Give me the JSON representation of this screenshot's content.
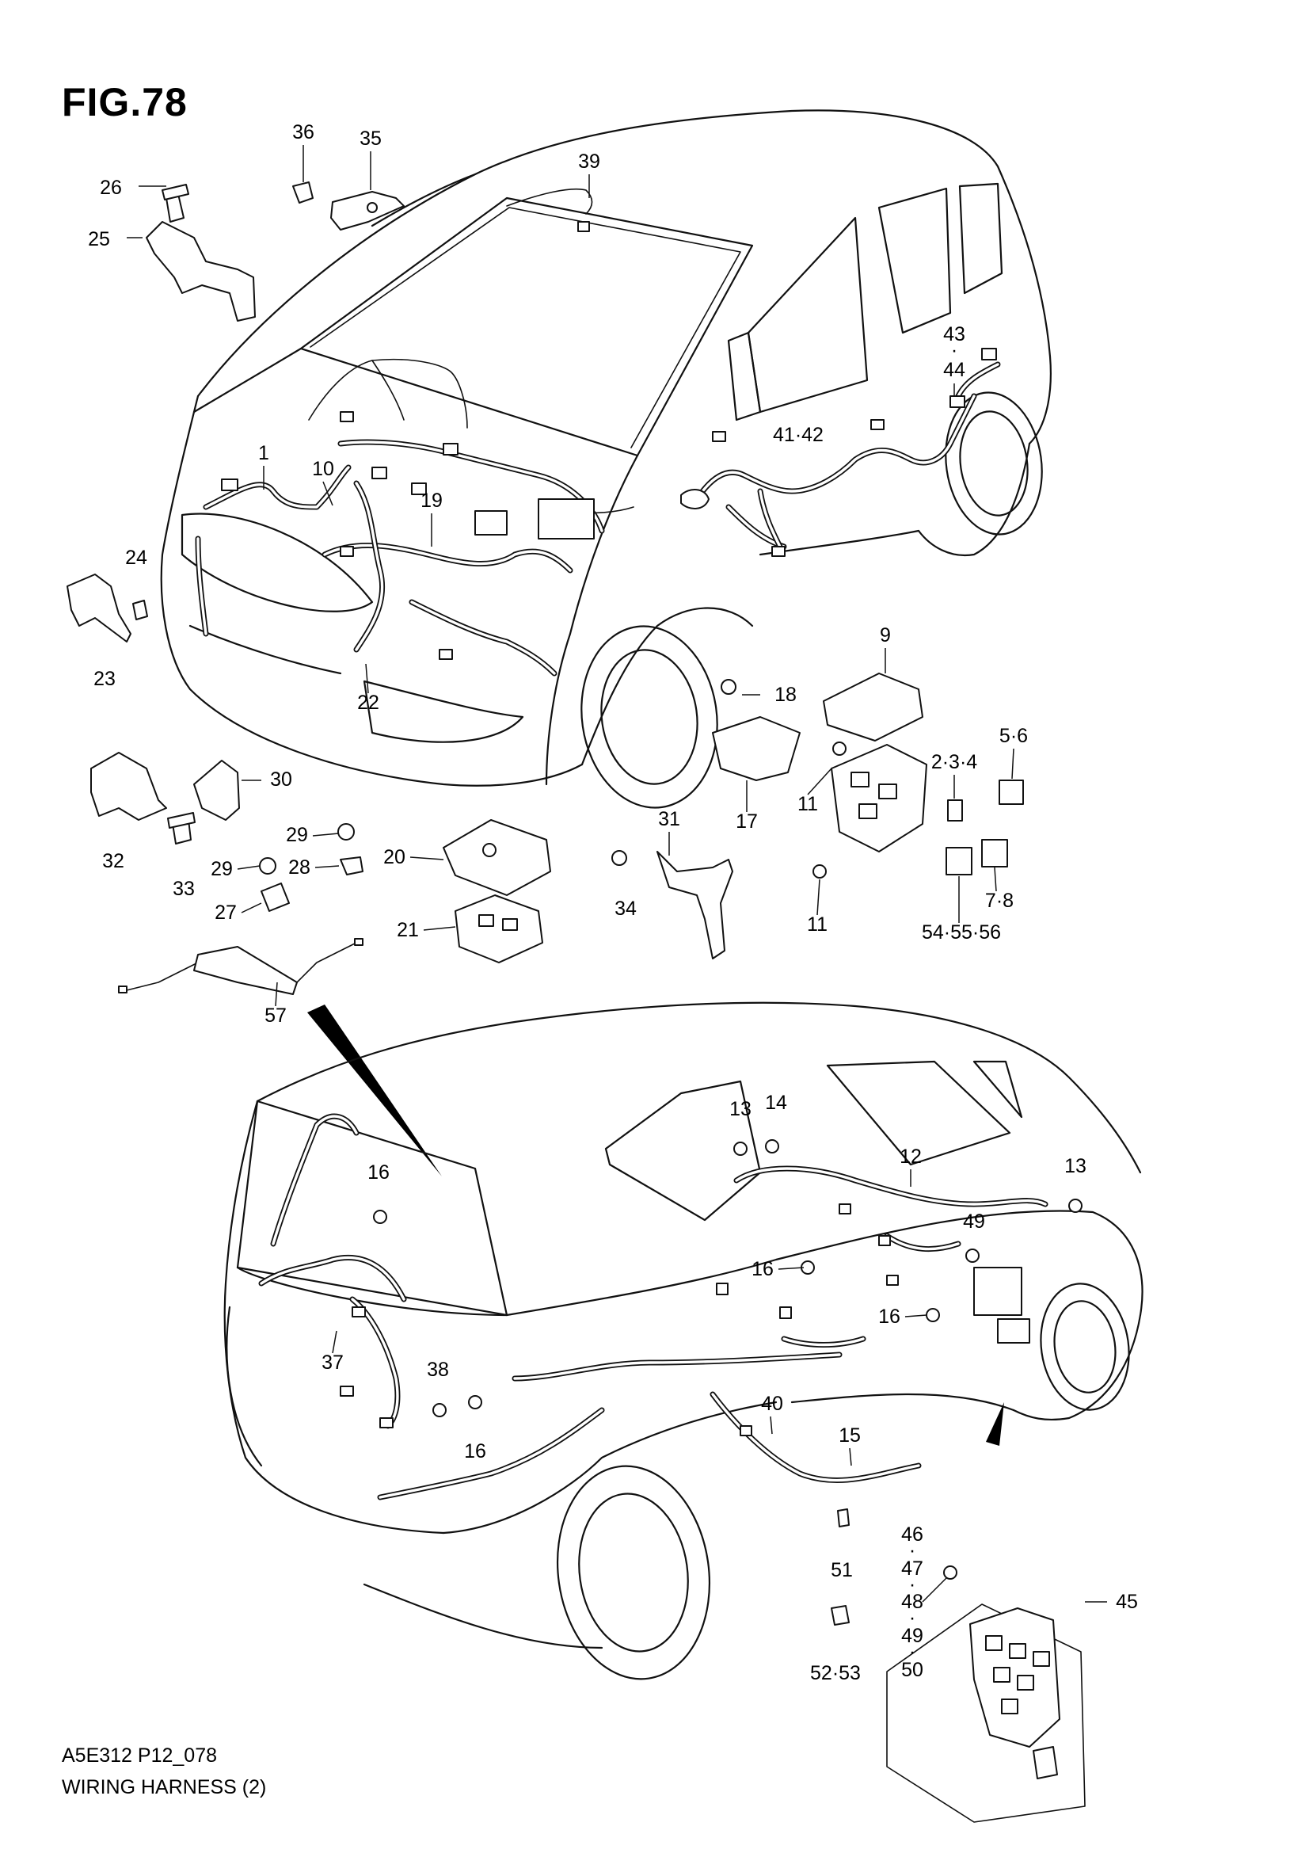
{
  "figure": {
    "title": "FIG.78",
    "code": "A5E312 P12_078",
    "caption": "WIRING HARNESS (2)"
  },
  "callouts": [
    {
      "id": "c1",
      "label": "1"
    },
    {
      "id": "c10",
      "label": "10"
    },
    {
      "id": "c19",
      "label": "19"
    },
    {
      "id": "c22",
      "label": "22"
    },
    {
      "id": "c23",
      "label": "23"
    },
    {
      "id": "c24",
      "label": "24"
    },
    {
      "id": "c25",
      "label": "25"
    },
    {
      "id": "c26",
      "label": "26"
    },
    {
      "id": "c36",
      "label": "36"
    },
    {
      "id": "c35",
      "label": "35"
    },
    {
      "id": "c39",
      "label": "39"
    },
    {
      "id": "c4142",
      "label": "41·42"
    },
    {
      "id": "c43",
      "label": "43"
    },
    {
      "id": "c43dot",
      "label": "·"
    },
    {
      "id": "c44",
      "label": "44"
    },
    {
      "id": "c9",
      "label": "9"
    },
    {
      "id": "c18",
      "label": "18"
    },
    {
      "id": "c17",
      "label": "17"
    },
    {
      "id": "c11a",
      "label": "11"
    },
    {
      "id": "c11b",
      "label": "11"
    },
    {
      "id": "c234",
      "label": "2·3·4"
    },
    {
      "id": "c56",
      "label": "5·6"
    },
    {
      "id": "c78",
      "label": "7·8"
    },
    {
      "id": "c545556",
      "label": "54·55·56"
    },
    {
      "id": "c30",
      "label": "30"
    },
    {
      "id": "c32",
      "label": "32"
    },
    {
      "id": "c33",
      "label": "33"
    },
    {
      "id": "c29a",
      "label": "29"
    },
    {
      "id": "c29b",
      "label": "29"
    },
    {
      "id": "c28",
      "label": "28"
    },
    {
      "id": "c27",
      "label": "27"
    },
    {
      "id": "c20",
      "label": "20"
    },
    {
      "id": "c21",
      "label": "21"
    },
    {
      "id": "c31",
      "label": "31"
    },
    {
      "id": "c34",
      "label": "34"
    },
    {
      "id": "c57",
      "label": "57"
    },
    {
      "id": "c13a",
      "label": "13"
    },
    {
      "id": "c14",
      "label": "14"
    },
    {
      "id": "c12",
      "label": "12"
    },
    {
      "id": "c13b",
      "label": "13"
    },
    {
      "id": "c16a",
      "label": "16"
    },
    {
      "id": "c49",
      "label": "49"
    },
    {
      "id": "c16b",
      "label": "16"
    },
    {
      "id": "c16c",
      "label": "16"
    },
    {
      "id": "c37",
      "label": "37"
    },
    {
      "id": "c38",
      "label": "38"
    },
    {
      "id": "c16d",
      "label": "16"
    },
    {
      "id": "c40",
      "label": "40"
    },
    {
      "id": "c15",
      "label": "15"
    },
    {
      "id": "c46",
      "label": "46"
    },
    {
      "id": "c46d",
      "label": "·"
    },
    {
      "id": "c47",
      "label": "47"
    },
    {
      "id": "c47d",
      "label": "·"
    },
    {
      "id": "c48",
      "label": "48"
    },
    {
      "id": "c48d",
      "label": "·"
    },
    {
      "id": "c49b",
      "label": "49"
    },
    {
      "id": "c49d",
      "label": "·"
    },
    {
      "id": "c50",
      "label": "50"
    },
    {
      "id": "c45",
      "label": "45"
    },
    {
      "id": "c51",
      "label": "51"
    },
    {
      "id": "c5253",
      "label": "52·53"
    }
  ]
}
